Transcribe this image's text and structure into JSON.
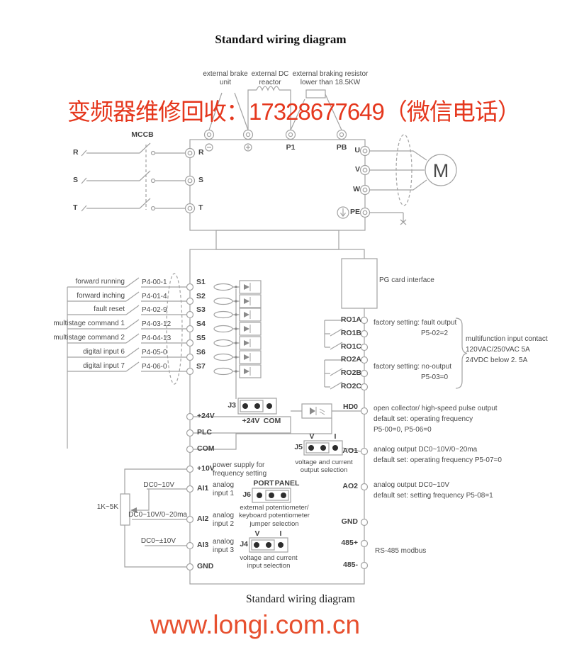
{
  "title": "Standard wiring diagram",
  "caption": "Standard wiring diagram",
  "watermark": "变频器维修回收：17328677649（微信电话）",
  "website": "www.longi.com.cn",
  "colors": {
    "line": "#a2a2a2",
    "text": "#4a4a4a",
    "watermark_red": "#e5371d",
    "url_red": "#e7502f"
  },
  "top_components": {
    "brake_unit": "external brake unit",
    "dc_reactor": "external DC reactor",
    "braking_resistor": "external braking resistor lower than 18.5KW"
  },
  "power": {
    "mccb": "MCCB",
    "input_r": "R",
    "input_s": "S",
    "input_t": "T",
    "p1": "P1",
    "pb": "PB",
    "term_r": "R",
    "term_s": "S",
    "term_t": "T",
    "term_u": "U",
    "term_v": "V",
    "term_w": "W",
    "term_pe": "PE",
    "motor": "M"
  },
  "digital_inputs": [
    {
      "label": "forward running",
      "code": "P4-00-1",
      "terminal": "S1"
    },
    {
      "label": "forward inching",
      "code": "P4-01-4",
      "terminal": "S2"
    },
    {
      "label": "fault reset",
      "code": "P4-02-9",
      "terminal": "S3"
    },
    {
      "label": "multistage command 1",
      "code": "P4-03-12",
      "terminal": "S4"
    },
    {
      "label": "multistage command 2",
      "code": "P4-04-13",
      "terminal": "S5"
    },
    {
      "label": "digital input 6",
      "code": "P4-05-0",
      "terminal": "S6"
    },
    {
      "label": "digital input 7",
      "code": "P4-06-0",
      "terminal": "S7"
    }
  ],
  "pg_card": "PG card interface",
  "relays": {
    "ro1a": "RO1A",
    "ro1b": "RO1B",
    "ro1c": "RO1C",
    "ro2a": "RO2A",
    "ro2b": "RO2B",
    "ro2c": "RO2C",
    "group1_setting": "factory setting: fault output",
    "group1_code": "P5-02=2",
    "group2_setting": "factory setting: no-output",
    "group2_code": "P5-03=0",
    "note1": "multifunction input contact",
    "note2": "120VAC/250VAC 5A",
    "note3": "24VDC below 2. 5A"
  },
  "hdo": {
    "terminal": "HD0",
    "desc1": "open collector/ high-speed pulse output",
    "desc2": "default set: operating frequency",
    "desc3": "P5-00=0, P5-06=0"
  },
  "left_terminals": {
    "v24": "+24V",
    "plc": "PLC",
    "com": "COM",
    "v10": "+10V",
    "ai1": "AI1",
    "ai2": "AI2",
    "ai3": "AI3",
    "gnd": "GND"
  },
  "jumpers": {
    "j3": {
      "name": "J3",
      "pin1": "+24V",
      "pin2": "COM"
    },
    "j5": {
      "name": "J5",
      "v": "V",
      "i": "I",
      "desc": "voltage and current output selection"
    },
    "j6": {
      "name": "J6",
      "left": "PORT",
      "right": "PANEL",
      "desc": "external potentiometer/ keyboard potentiometer jumper selection"
    },
    "j4": {
      "name": "J4",
      "v": "V",
      "i": "I",
      "desc": "voltage and current input selection"
    }
  },
  "analog": {
    "v10_desc": "power supply for frequency setting",
    "pot": "1K~5K",
    "ai1_range": "DC0~10V",
    "ai2_range": "DC0~10V/0~20ma",
    "ai3_range": "DC0~±10V",
    "ai1_desc": "analog input 1",
    "ai2_desc": "analog input 2",
    "ai3_desc": "analog input 3"
  },
  "outputs": {
    "ao1": "AO1",
    "ao1_d1": "analog output DC0~10V/0~20ma",
    "ao1_d2": "default set: operating frequency P5-07=0",
    "ao2": "AO2",
    "ao2_d1": "analog output DC0~10V",
    "ao2_d2": "default set: setting frequency P5-08=1",
    "gnd": "GND",
    "p485": "485+",
    "m485": "485-",
    "rs485": "RS-485 modbus"
  }
}
